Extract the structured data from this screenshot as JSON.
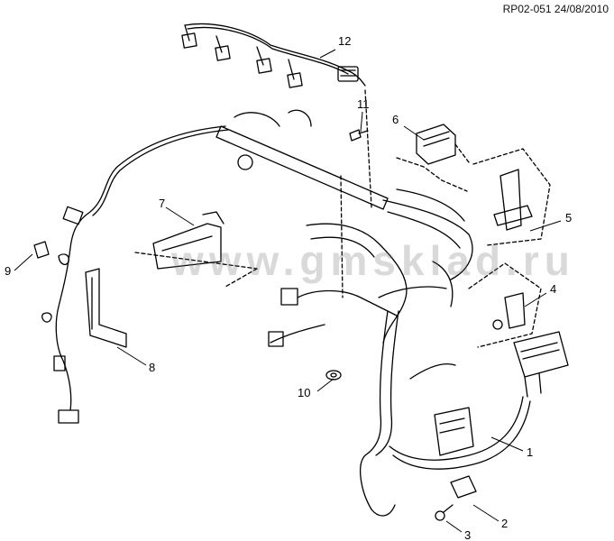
{
  "header": {
    "reference": "RP02-051 24/08/2010"
  },
  "watermark": {
    "text": "www.gmsklad.ru"
  },
  "callouts": {
    "c1": "1",
    "c2": "2",
    "c3": "3",
    "c4": "4",
    "c5": "5",
    "c6": "6",
    "c7": "7",
    "c8": "8",
    "c9": "9",
    "c10": "10",
    "c11": "11",
    "c12": "12"
  },
  "colors": {
    "line": "#000000",
    "background": "#ffffff",
    "watermark": "#9a9a9a"
  }
}
